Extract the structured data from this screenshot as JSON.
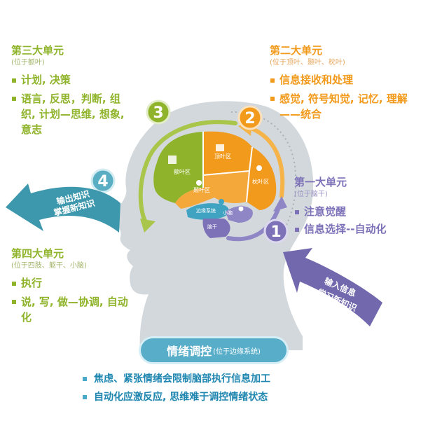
{
  "colors": {
    "green": "#8fb42b",
    "orange": "#f29a1c",
    "violet": "#7d72b8",
    "teal": "#4aa9c8",
    "head": "#d2d8dc"
  },
  "unit3": {
    "number": "3",
    "title": "第三大单元",
    "subtitle": "(位于额叶)",
    "items": [
      "计划, 决策",
      "语言, 反思，判断, 组织, 计划—思维, 想象, 意志"
    ]
  },
  "unit2": {
    "number": "2",
    "title": "第二大单元",
    "subtitle": "(位于顶叶、颞叶、枕叶)",
    "items": [
      "信息接收和处理",
      "感觉, 符号知觉, 记忆, 理解——统合"
    ]
  },
  "unit1": {
    "number": "1",
    "title": "第一大单元",
    "subtitle": "(位于脑干)",
    "items": [
      "注意觉醒",
      "信息选择--自动化"
    ]
  },
  "unit4": {
    "number": "4",
    "title": "第四大单元",
    "subtitle": "(位于四肢、躯干、小脑)",
    "items": [
      "执行",
      "说, 写, 做—协调, 自动化"
    ]
  },
  "arrows": {
    "input_line1": "输入信息",
    "input_line2": "学习新知识",
    "output_line1": "输出知识",
    "output_line2": "掌握新知识"
  },
  "brain_regions": {
    "frontal": "额叶区",
    "parietal": "顶叶区",
    "temporal": "颞叶区",
    "occipital": "枕叶区",
    "limbic": "边缘系统",
    "cerebellum": "小脑",
    "brainstem": "脑干"
  },
  "emotion": {
    "title": "情绪调控",
    "subtitle": "(位于边缘系统)",
    "items": [
      "焦虑、紧张情绪会限制脑部执行信息加工",
      "自动化应激反应, 思维难于调控情绪状态"
    ]
  }
}
